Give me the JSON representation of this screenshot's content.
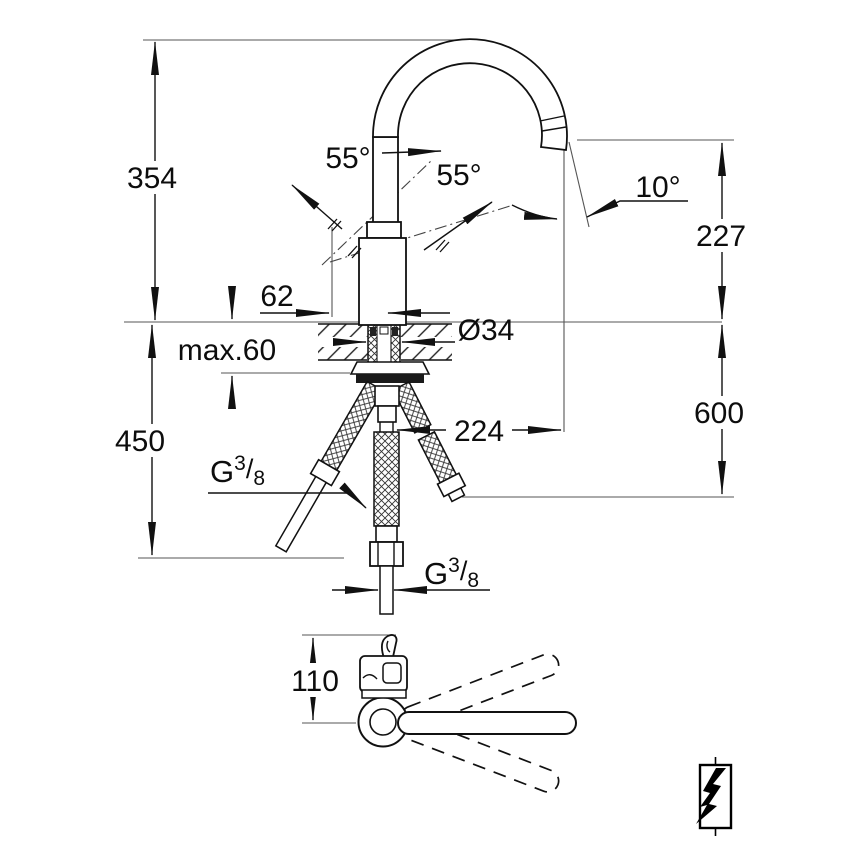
{
  "drawing": {
    "kind": "faucet-installation-dimension-drawing",
    "units": "mm"
  },
  "dims": {
    "height_total": "354",
    "tip_to_counter": "227",
    "hose_drop_right": "600",
    "hose_drop_left": "450",
    "body_offset": "62",
    "shank_diameter": "Ø34",
    "max_counter_thickness": "max.60",
    "spout_reach": "224",
    "handle_length": "110",
    "swivel_left": "55°",
    "swivel_right": "55°",
    "tip_angle": "10°"
  },
  "thread": {
    "g": "G",
    "num": "3",
    "slash": "/",
    "den": "8"
  },
  "icons": {
    "bottom_right": "lightning-bolt"
  },
  "colors": {
    "line": "#111111",
    "extension": "#555555",
    "background": "#ffffff"
  }
}
